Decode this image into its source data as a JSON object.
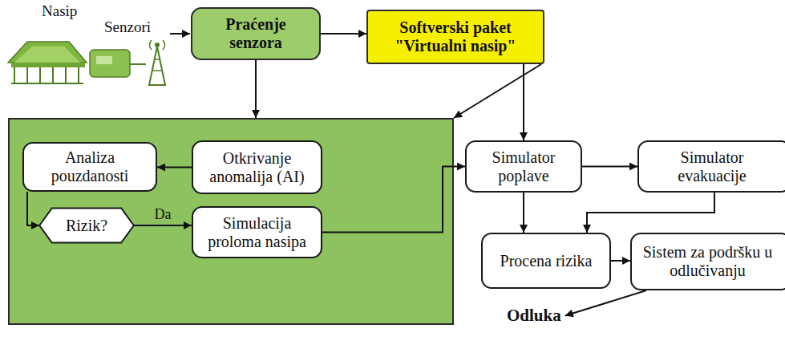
{
  "diagram": {
    "nodes": [
      {
        "text": [
          "Praćenje senzora"
        ]
      },
      {
        "text": [
          "Softverski paket \"Virtualni nasip\""
        ]
      },
      {
        "text": []
      },
      {
        "text": [
          "Analiza pouzdanosti"
        ],
        "in": 2
      },
      {
        "text": [
          "Otkrivanje anomalija (AI)"
        ],
        "in": 2
      },
      {
        "text": [
          "Rizik?"
        ],
        "in": 2
      },
      {
        "text": [
          "Simulacija proloma nasipa"
        ],
        "in": 2
      },
      {
        "text": [
          "Simulator poplave"
        ]
      },
      {
        "text": [
          "Simulator evakuacije"
        ]
      },
      {
        "text": [
          "Procena rizika"
        ]
      },
      {
        "text": [
          "Sistem za podršku u odlučivanju"
        ]
      }
    ],
    "edges": [
      {
        "from": 0,
        "to": 1,
        "arrow": "to"
      },
      {
        "from": 0,
        "to": 2,
        "arrow": "to"
      },
      {
        "from": 1,
        "to": 2,
        "arrow": "to"
      },
      {
        "from": 1,
        "to": 7,
        "arrow": "to"
      },
      {
        "from": 4,
        "to": 3,
        "arrow": "to"
      },
      {
        "from": 3,
        "to": 5,
        "arrow": "to"
      },
      {
        "from": 5,
        "to": 6,
        "label": "Da",
        "arrow": "to"
      },
      {
        "from": 6,
        "to": 7,
        "arrow": "to"
      },
      {
        "from": 7,
        "to": 8,
        "arrow": "to"
      },
      {
        "from": 7,
        "to": 9,
        "arrow": "to"
      },
      {
        "from": 8,
        "to": 9,
        "arrow": "to"
      },
      {
        "from": 9,
        "to": 10,
        "arrow": "to"
      }
    ],
    "labels": [
      "Nasip",
      "Senzori",
      "Odluka"
    ]
  }
}
